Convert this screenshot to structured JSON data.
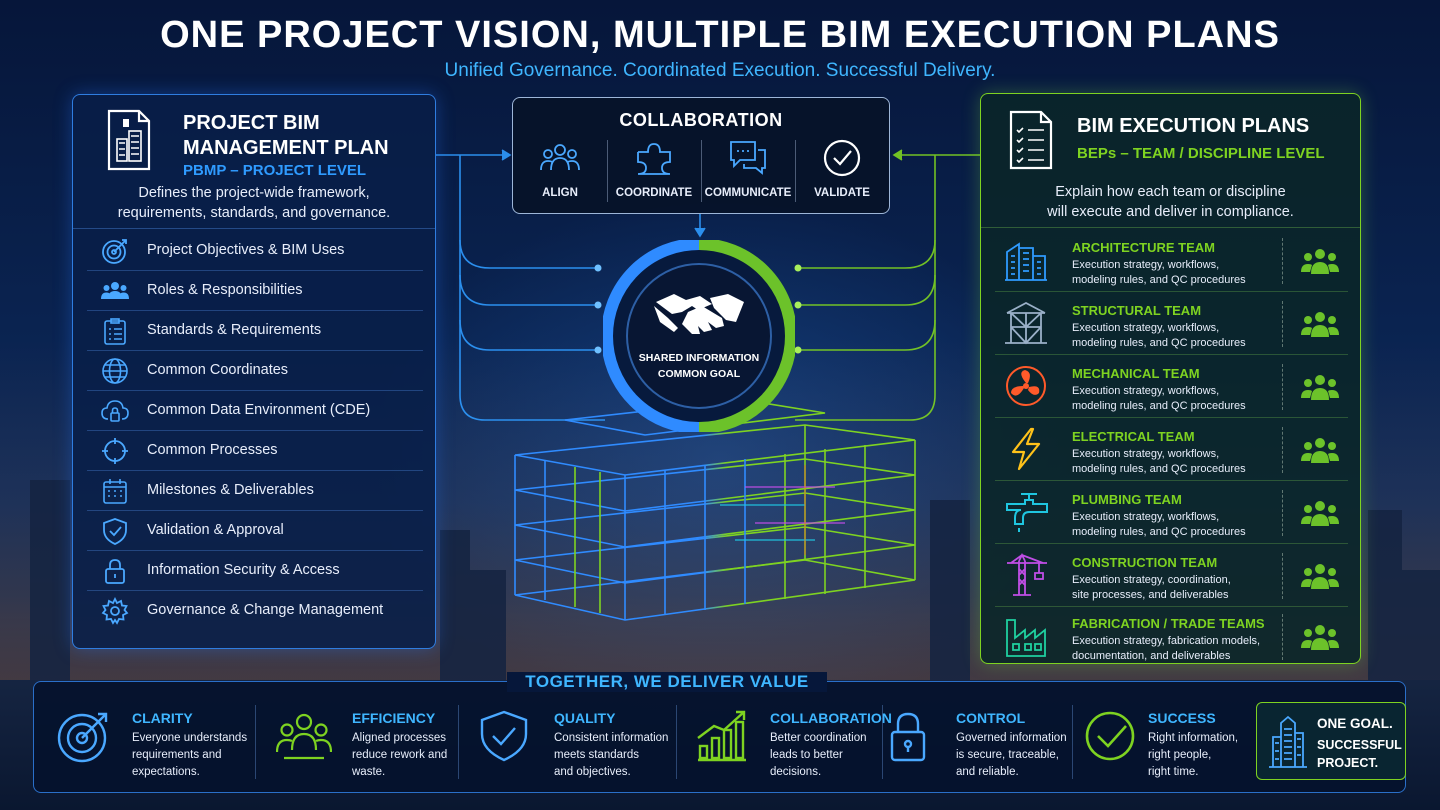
{
  "header": {
    "title": "ONE PROJECT VISION, MULTIPLE BIM EXECUTION PLANS",
    "subtitle": "Unified Governance. Coordinated Execution. Successful Delivery."
  },
  "pbmp": {
    "title_line1": "PROJECT BIM",
    "title_line2": "MANAGEMENT PLAN",
    "subtitle": "PBMP – PROJECT LEVEL",
    "desc_line1": "Defines the project-wide framework,",
    "desc_line2": "requirements, standards, and governance.",
    "items": [
      {
        "label": "Project Objectives & BIM Uses",
        "icon": "target-icon"
      },
      {
        "label": "Roles & Responsibilities",
        "icon": "people-icon"
      },
      {
        "label": "Standards & Requirements",
        "icon": "clipboard-icon"
      },
      {
        "label": "Common Coordinates",
        "icon": "globe-icon"
      },
      {
        "label": "Common Data Environment (CDE)",
        "icon": "cloud-lock-icon"
      },
      {
        "label": "Common Processes",
        "icon": "cycle-icon"
      },
      {
        "label": "Milestones & Deliverables",
        "icon": "calendar-icon"
      },
      {
        "label": "Validation & Approval",
        "icon": "shield-check-icon"
      },
      {
        "label": "Information Security & Access",
        "icon": "lock-icon"
      },
      {
        "label": "Governance & Change Management",
        "icon": "gear-icon"
      }
    ]
  },
  "collaboration": {
    "title": "COLLABORATION",
    "items": [
      {
        "label": "ALIGN",
        "icon": "align-people-icon"
      },
      {
        "label": "COORDINATE",
        "icon": "puzzle-icon"
      },
      {
        "label": "COMMUNICATE",
        "icon": "chat-icon"
      },
      {
        "label": "VALIDATE",
        "icon": "check-circle-icon"
      }
    ]
  },
  "hub": {
    "line1": "SHARED INFORMATION",
    "line2": "COMMON GOAL",
    "icon": "handshake-icon"
  },
  "beps": {
    "title": "BIM EXECUTION PLANS",
    "subtitle": "BEPs – TEAM / DISCIPLINE LEVEL",
    "desc_line1": "Explain how each team or discipline",
    "desc_line2": "will execute and deliver in compliance.",
    "teams": [
      {
        "name": "ARCHITECTURE TEAM",
        "line1": "Execution strategy, workflows,",
        "line2": "modeling rules, and QC procedures",
        "icon": "architecture-building-icon",
        "color": "#2f9bff"
      },
      {
        "name": "STRUCTURAL TEAM",
        "line1": "Execution strategy, workflows,",
        "line2": "modeling rules, and QC procedures",
        "icon": "structural-frame-icon",
        "color": "#9ab0c8"
      },
      {
        "name": "MECHANICAL TEAM",
        "line1": "Execution strategy, workflows,",
        "line2": "modeling rules, and QC procedures",
        "icon": "fan-icon",
        "color": "#ff5a2a"
      },
      {
        "name": "ELECTRICAL TEAM",
        "line1": "Execution strategy, workflows,",
        "line2": "modeling rules, and QC procedures",
        "icon": "lightning-icon",
        "color": "#ffc21a"
      },
      {
        "name": "PLUMBING TEAM",
        "line1": "Execution strategy, workflows,",
        "line2": "modeling rules, and QC procedures",
        "icon": "faucet-icon",
        "color": "#1fc6e0"
      },
      {
        "name": "CONSTRUCTION TEAM",
        "line1": "Execution strategy, coordination,",
        "line2": "site processes, and deliverables",
        "icon": "crane-icon",
        "color": "#c04ee6"
      },
      {
        "name": "FABRICATION / TRADE TEAMS",
        "line1": "Execution strategy, fabrication models,",
        "line2": "documentation, and deliverables",
        "icon": "factory-icon",
        "color": "#1fd0a0"
      }
    ]
  },
  "values": {
    "title": "TOGETHER, WE DELIVER VALUE",
    "items": [
      {
        "name": "CLARITY",
        "line1": "Everyone understands",
        "line2": "requirements and",
        "line3": "expectations.",
        "icon": "target-icon"
      },
      {
        "name": "EFFICIENCY",
        "line1": "Aligned processes",
        "line2": "reduce rework and",
        "line3": "waste.",
        "icon": "team-icon"
      },
      {
        "name": "QUALITY",
        "line1": "Consistent information",
        "line2": "meets standards",
        "line3": "and objectives.",
        "icon": "shield-check-icon"
      },
      {
        "name": "COLLABORATION",
        "line1": "Better coordination",
        "line2": "leads to better",
        "line3": "decisions.",
        "icon": "growth-chart-icon"
      },
      {
        "name": "CONTROL",
        "line1": "Governed information",
        "line2": "is secure, traceable,",
        "line3": "and reliable.",
        "icon": "lock-icon"
      },
      {
        "name": "SUCCESS",
        "line1": "Right information,",
        "line2": "right people,",
        "line3": "right time.",
        "icon": "check-circle-icon"
      }
    ],
    "goal_line1": "ONE GOAL.",
    "goal_line2": "SUCCESSFUL",
    "goal_line3": "PROJECT."
  },
  "colors": {
    "blue_accent": "#2f9bff",
    "green_accent": "#7ed321",
    "title_white": "#ffffff"
  }
}
